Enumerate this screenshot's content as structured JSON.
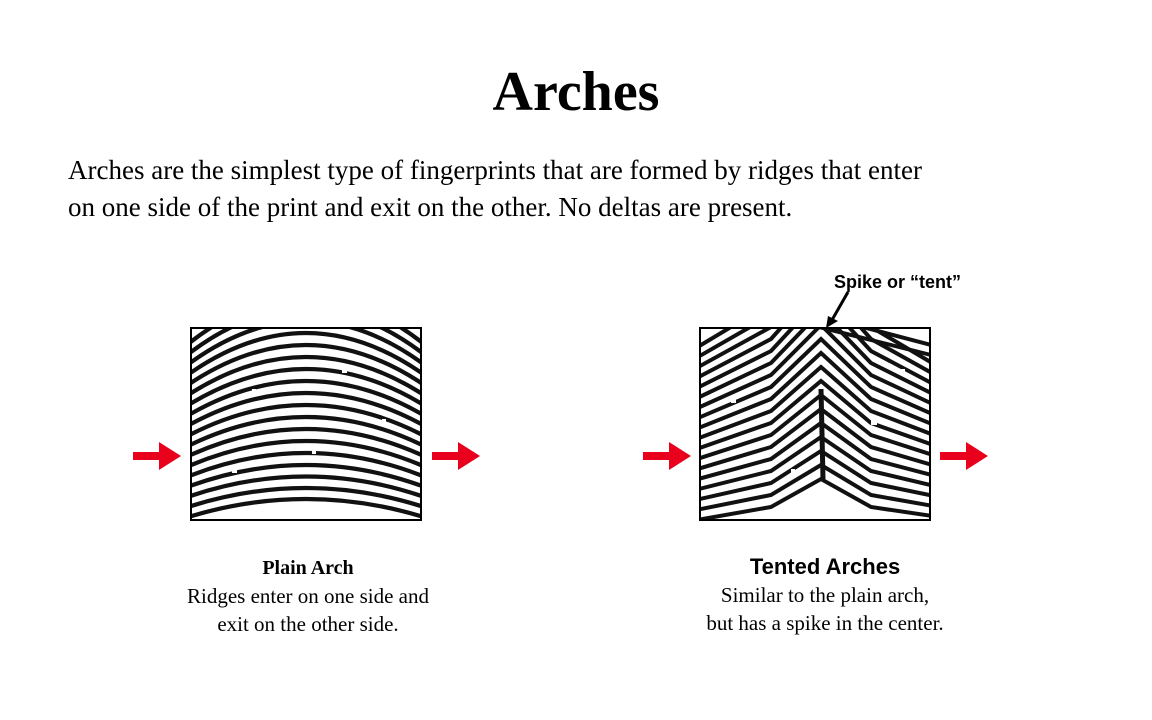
{
  "title": "Arches",
  "intro": {
    "line1": "Arches are the simplest type of fingerprints that are formed by ridges that enter",
    "line2": "on one side of the print and exit on the other.  No deltas are present."
  },
  "callout": {
    "text": "Spike or “tent”"
  },
  "plain_arch": {
    "title": "Plain Arch",
    "line1": "Ridges enter on one side and",
    "line2": "exit on the other side."
  },
  "tented_arch": {
    "title": "Tented Arches",
    "line1": "Similar to the plain arch,",
    "line2": "but has a spike in the center."
  },
  "colors": {
    "arrow": "#e8001c",
    "ridge": "#111111",
    "background": "#ffffff"
  },
  "icons": [
    "right-arrow-icon",
    "pointer-line-icon",
    "fingerprint-image"
  ]
}
